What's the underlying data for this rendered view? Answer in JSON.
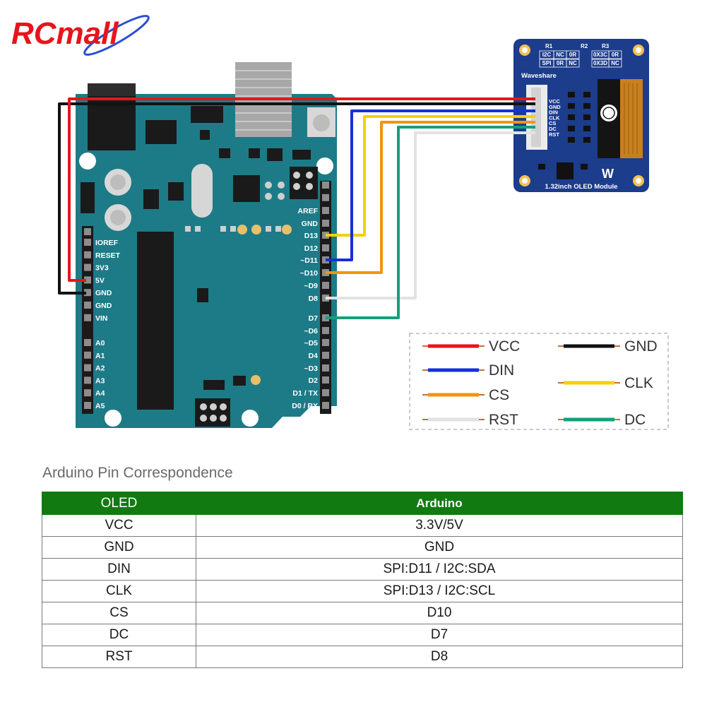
{
  "brand": {
    "logo_text": "RCmall",
    "color": "#e8141c"
  },
  "colors": {
    "board": "#1d7b87",
    "module": "#1c3c8c",
    "table_header": "#117a11"
  },
  "board": {
    "power_pins": [
      "IOREF",
      "RESET",
      "3V3",
      "5V",
      "GND",
      "GND",
      "VIN"
    ],
    "analog_pins": [
      "A0",
      "A1",
      "A2",
      "A3",
      "A4",
      "A5"
    ],
    "digital_pins": [
      "AREF",
      "GND",
      "D13",
      "D12",
      "~D11",
      "~D10",
      "~D9",
      "D8",
      "D7",
      "~D6",
      "~D5",
      "D4",
      "~D3",
      "D2",
      "D1 / TX",
      "D0 / RX"
    ]
  },
  "module": {
    "brand": "Waveshare",
    "name": "1.32inch OLED Module",
    "connector_pins": [
      "VCC",
      "GND",
      "DIN",
      "CLK",
      "CS",
      "DC",
      "RST"
    ],
    "res_labels": [
      "R1",
      "R2",
      "R3"
    ],
    "config_left": [
      [
        "I2C",
        "NC",
        "0R"
      ],
      [
        "SPI",
        "0R",
        "NC"
      ]
    ],
    "config_right": [
      [
        "0X3C",
        "0R"
      ],
      [
        "0X3D",
        "NC"
      ]
    ],
    "logo_mark": "W"
  },
  "legend": [
    {
      "label": "VCC",
      "color": "#e8141c"
    },
    {
      "label": "GND",
      "color": "#111111"
    },
    {
      "label": "DIN",
      "color": "#1530d8"
    },
    {
      "label": "CLK",
      "color": "#f5d000"
    },
    {
      "label": "CS",
      "color": "#f29410"
    },
    {
      "label": "RST",
      "color": "#e2e2e2"
    },
    {
      "label": "DC",
      "color": "#12a07a"
    }
  ],
  "table": {
    "title": "Arduino Pin Correspondence",
    "headers": [
      "OLED",
      "Arduino"
    ],
    "rows": [
      [
        "VCC",
        "3.3V/5V"
      ],
      [
        "GND",
        "GND"
      ],
      [
        "DIN",
        "SPI:D11 / I2C:SDA"
      ],
      [
        "CLK",
        "SPI:D13 / I2C:SCL"
      ],
      [
        "CS",
        "D10"
      ],
      [
        "DC",
        "D7"
      ],
      [
        "RST",
        "D8"
      ]
    ]
  }
}
